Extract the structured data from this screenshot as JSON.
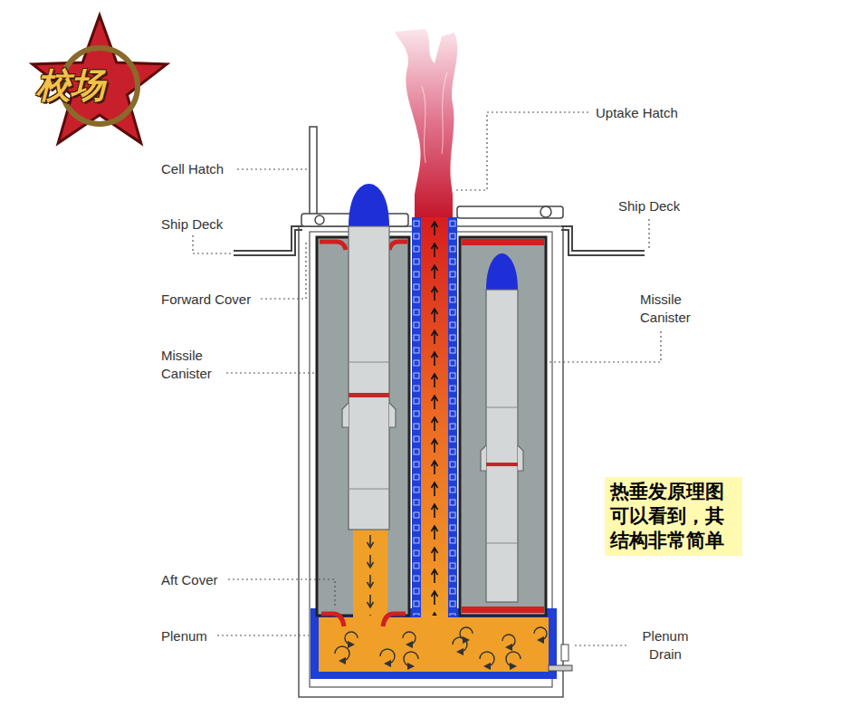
{
  "diagram": {
    "caption": "热垂发原理图 可以看到，其 结构非常简单",
    "labels": [
      "校场",
      "Cell Hatch",
      "Ship Deck",
      "Forward Cover",
      "Missile Canister",
      "Aft Cover",
      "Plenum",
      "Uptake Hatch",
      "Ship Deck",
      "Missile Canister",
      "Plenum Drain"
    ]
  }
}
